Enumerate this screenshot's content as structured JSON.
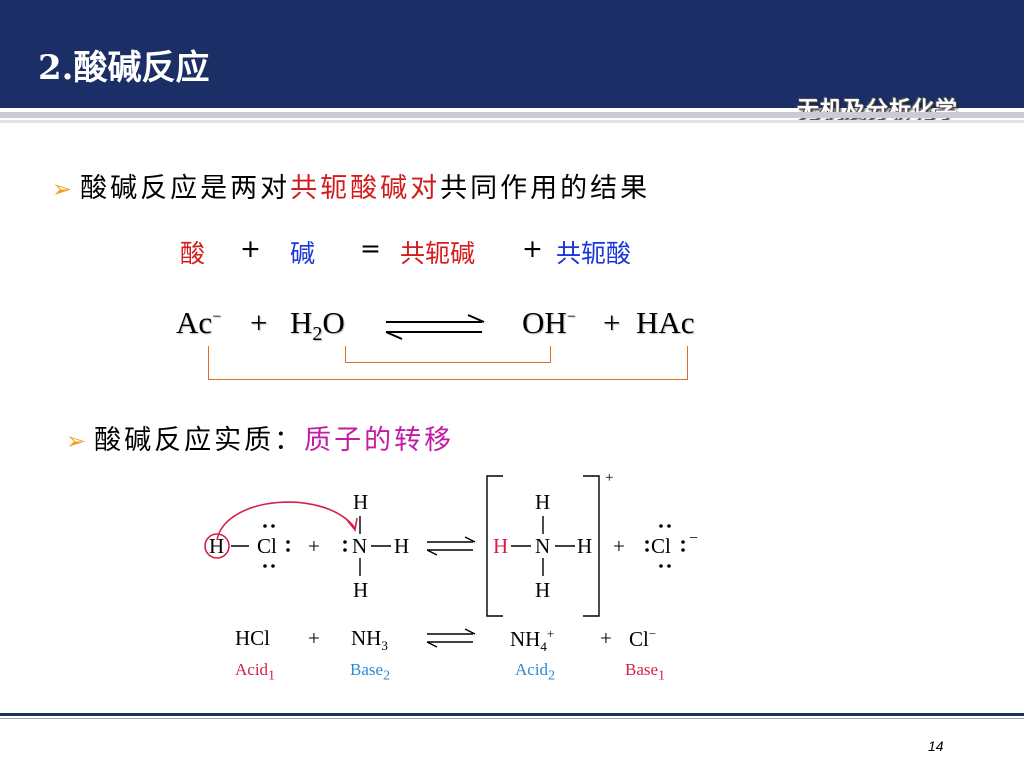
{
  "header": {
    "title": "2.酸碱反应",
    "course": "无机及分析化学"
  },
  "bullet1": {
    "prefix": "酸碱反应是两对",
    "highlight": "共轭酸碱对",
    "suffix": "共同作用的结果"
  },
  "word_equation": {
    "acid": "酸",
    "plus1": "+",
    "base": "碱",
    "equals": "=",
    "conj_base": "共轭碱",
    "plus2": "+",
    "conj_acid": "共轭酸"
  },
  "formula": {
    "ac": "Ac",
    "ac_charge": "−",
    "plus1": "+",
    "h": "H",
    "h_sub": "2",
    "o": "O",
    "oh": "OH",
    "oh_charge": "−",
    "plus2": "+",
    "hac": "HAc"
  },
  "bullet2": {
    "prefix": "酸碱反应实质：",
    "highlight": "质子的转移"
  },
  "figure": {
    "h_circled": "H",
    "cl": "Cl",
    "plus1": "+",
    "n": "N",
    "h_top": "H",
    "h_right": "H",
    "h_bottom": "H",
    "h_red": "H",
    "n2": "N",
    "h2_top": "H",
    "h2_right": "H",
    "h2_bottom": "H",
    "plus2": "+",
    "cl2": "Cl",
    "cl_charge": "−",
    "complex_charge": "+",
    "eq_hcl": "HCl",
    "eq_plus1": "+",
    "eq_nh": "NH",
    "eq_nh_sub": "3",
    "eq_nh4": "NH",
    "eq_nh4_sub": "4",
    "eq_nh4_charge": "+",
    "eq_plus2": "+",
    "eq_cl": "Cl",
    "eq_cl_charge": "−",
    "label_acid1": "Acid",
    "label_acid1_sub": "1",
    "label_base2": "Base",
    "label_base2_sub": "2",
    "label_acid2": "Acid",
    "label_acid2_sub": "2",
    "label_base1": "Base",
    "label_base1_sub": "1"
  },
  "page_number": "14",
  "colors": {
    "header_bg": "#1b2e66",
    "red": "#d31b1b",
    "blue": "#1a35d8",
    "magenta": "#c21ca6",
    "arrow": "#f0a020",
    "label_red": "#d6204a",
    "label_blue": "#2a8ad4"
  }
}
